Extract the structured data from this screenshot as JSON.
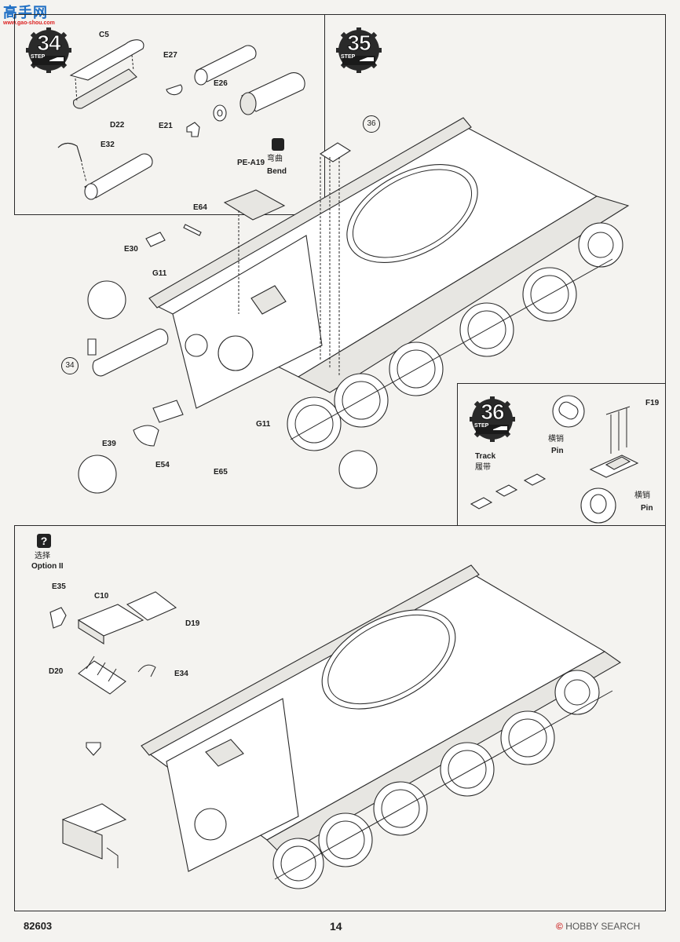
{
  "watermark": {
    "site": "高手网",
    "url": "www.gao-shou.com"
  },
  "steps": {
    "step34": {
      "number": "34",
      "word": "STEP",
      "parts": [
        "C5",
        "D22",
        "E27",
        "E26",
        "E21",
        "E32"
      ]
    },
    "step35": {
      "number": "35",
      "word": "STEP",
      "parts": [
        "PE-A19",
        "E64",
        "E30",
        "G11",
        "E39",
        "E54",
        "E65",
        "G11"
      ],
      "bend_cn": "弯曲",
      "bend_en": "Bend",
      "ref36": "36",
      "ref34": "34"
    },
    "step36": {
      "number": "36",
      "word": "STEP",
      "part_f19": "F19",
      "pin_cn": "横销",
      "pin_en": "Pin",
      "track_en": "Track",
      "track_cn": "履带"
    }
  },
  "option": {
    "cn": "选择",
    "en": "Option II",
    "icon": "?",
    "parts": [
      "E35",
      "C10",
      "D19",
      "D20",
      "E34"
    ]
  },
  "footer": {
    "code": "82603",
    "page": "14",
    "brand_mark": "©",
    "brand": "HOBBY SEARCH"
  }
}
